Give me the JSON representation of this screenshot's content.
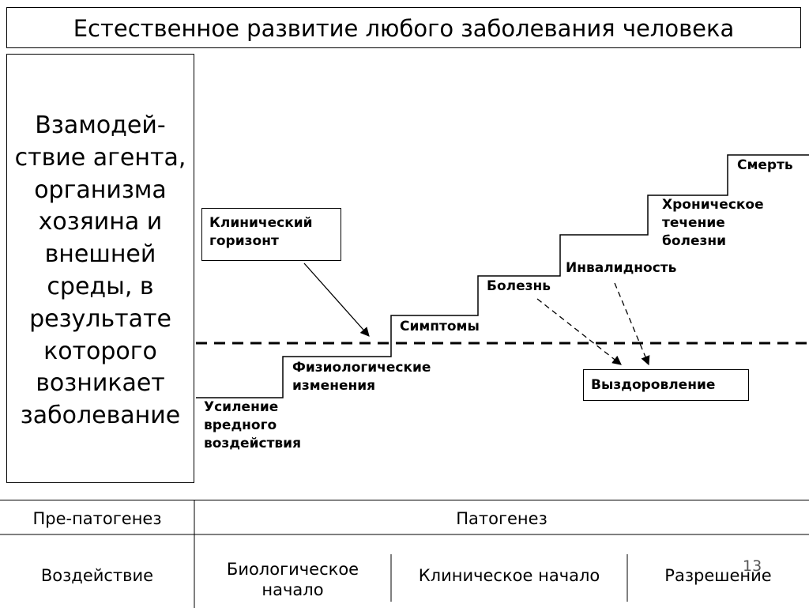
{
  "title": "Естественное развитие любого заболевания человека",
  "left_panel": {
    "text": "Взамодей-ствие агента, организма хозяина и внешней среды, в результате которого возникает заболевание"
  },
  "callouts": {
    "clinical_horizon": [
      "Клинический",
      "горизонт"
    ],
    "recovery": "Выздоровление"
  },
  "stages": {
    "exposure": [
      "Усиление",
      "вредного",
      "воздействия"
    ],
    "physiological": [
      "Физиологические",
      "изменения"
    ],
    "symptoms": "Симптомы",
    "disease": "Болезнь",
    "disability": "Инвалидность",
    "chronic": [
      "Хроническое",
      "течение",
      "болезни"
    ],
    "death": "Смерть"
  },
  "bottom_table": {
    "header_left": "Пре-патогенез",
    "header_right": "Патогенез",
    "impact": "Воздействие",
    "biological_onset": [
      "Биологическое",
      "начало"
    ],
    "clinical_onset": "Клиническое начало",
    "resolution": "Разрешение"
  },
  "page_number": "13"
}
